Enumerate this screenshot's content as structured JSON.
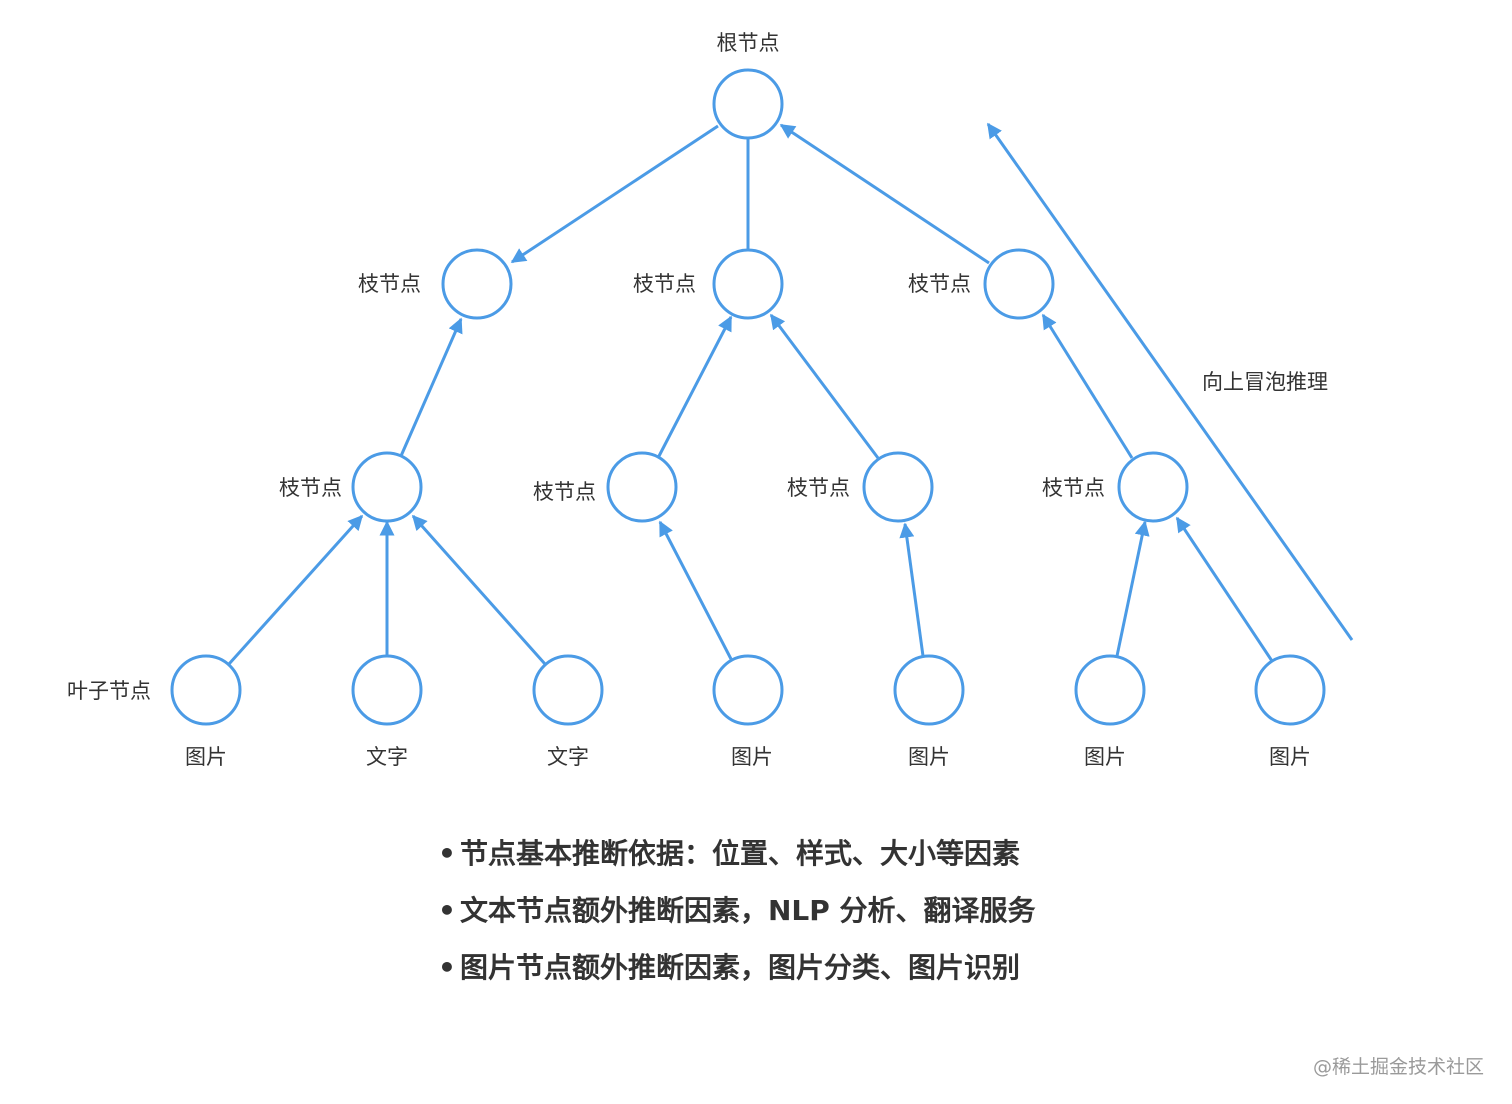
{
  "colors": {
    "stroke": "#4b9be6",
    "text": "#333333",
    "watermark": "#9a9a9a"
  },
  "labels": {
    "root": "根节点",
    "branch": "枝节点",
    "leaf": "叶子节点",
    "upward": "向上冒泡推理"
  },
  "leaves": [
    "图片",
    "文字",
    "文字",
    "图片",
    "图片",
    "图片",
    "图片"
  ],
  "bullets": [
    {
      "marker": "•",
      "text": "节点基本推断依据：位置、样式、大小等因素"
    },
    {
      "marker": "•",
      "text": "文本节点额外推断因素，NLP 分析、翻译服务"
    },
    {
      "marker": "•",
      "text": "图片节点额外推断因素，图片分类、图片识别"
    }
  ],
  "watermark": "@稀土掘金技术社区"
}
